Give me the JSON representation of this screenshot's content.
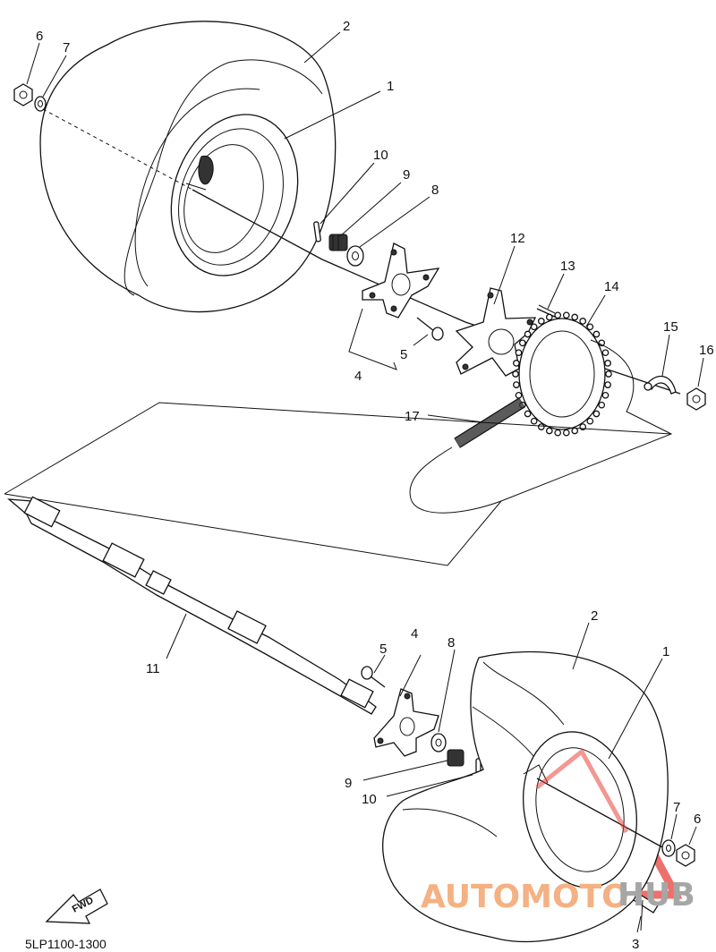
{
  "diagram": {
    "code": "5LP1100-1300",
    "fwd_label": "FWD",
    "watermark": {
      "text_left": "AUTOMOTO",
      "text_right": "HUB",
      "color_left": "#f4b183",
      "color_right": "#a6a6a6",
      "logo_color": "#e8413a"
    },
    "labels": [
      {
        "id": "upper-1",
        "text": "1"
      },
      {
        "id": "upper-2",
        "text": "2"
      },
      {
        "id": "upper-4",
        "text": "4"
      },
      {
        "id": "upper-5",
        "text": "5"
      },
      {
        "id": "upper-6",
        "text": "6"
      },
      {
        "id": "upper-7",
        "text": "7"
      },
      {
        "id": "upper-8",
        "text": "8"
      },
      {
        "id": "upper-9",
        "text": "9"
      },
      {
        "id": "upper-10",
        "text": "10"
      },
      {
        "id": "upper-12",
        "text": "12"
      },
      {
        "id": "upper-13",
        "text": "13"
      },
      {
        "id": "upper-14",
        "text": "14"
      },
      {
        "id": "upper-15",
        "text": "15"
      },
      {
        "id": "upper-16",
        "text": "16"
      },
      {
        "id": "upper-17",
        "text": "17"
      },
      {
        "id": "axle-11",
        "text": "11"
      },
      {
        "id": "lower-1",
        "text": "1"
      },
      {
        "id": "lower-2",
        "text": "2"
      },
      {
        "id": "lower-3",
        "text": "3"
      },
      {
        "id": "lower-4",
        "text": "4"
      },
      {
        "id": "lower-5",
        "text": "5"
      },
      {
        "id": "lower-6",
        "text": "6"
      },
      {
        "id": "lower-7",
        "text": "7"
      },
      {
        "id": "lower-8",
        "text": "8"
      },
      {
        "id": "lower-9",
        "text": "9"
      },
      {
        "id": "lower-10",
        "text": "10"
      }
    ]
  }
}
